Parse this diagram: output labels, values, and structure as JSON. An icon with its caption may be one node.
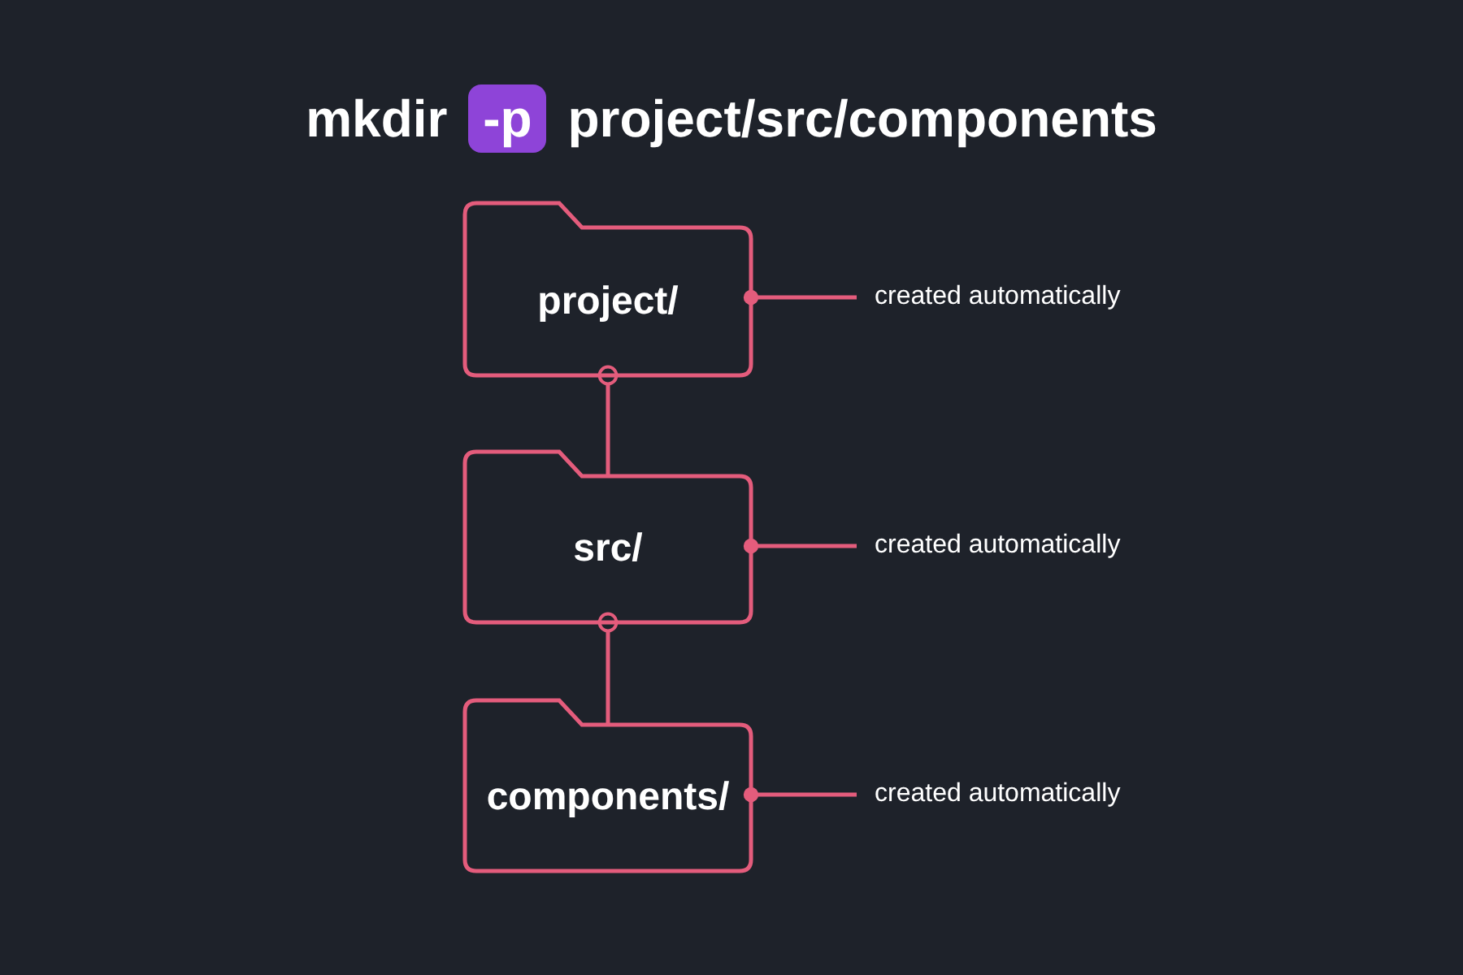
{
  "diagram": {
    "title": "mkdir **-p** project/src/components",
    "nodes": [
      {
        "text": [
          "project/"
        ]
      },
      {
        "text": [
          "src/"
        ]
      },
      {
        "text": [
          "components/"
        ]
      },
      {
        "text": [
          "created automatically"
        ]
      },
      {
        "text": [
          "created automatically"
        ]
      },
      {
        "text": [
          "created automatically"
        ]
      }
    ],
    "edges": [
      {
        "from": 0,
        "to": 1,
        "arrow": "other"
      },
      {
        "from": 1,
        "to": 2,
        "arrow": "other"
      },
      {
        "from": 0,
        "to": 3,
        "arrow": "other"
      },
      {
        "from": 1,
        "to": 4,
        "arrow": "other"
      },
      {
        "from": 2,
        "to": 5,
        "arrow": "other"
      }
    ]
  }
}
